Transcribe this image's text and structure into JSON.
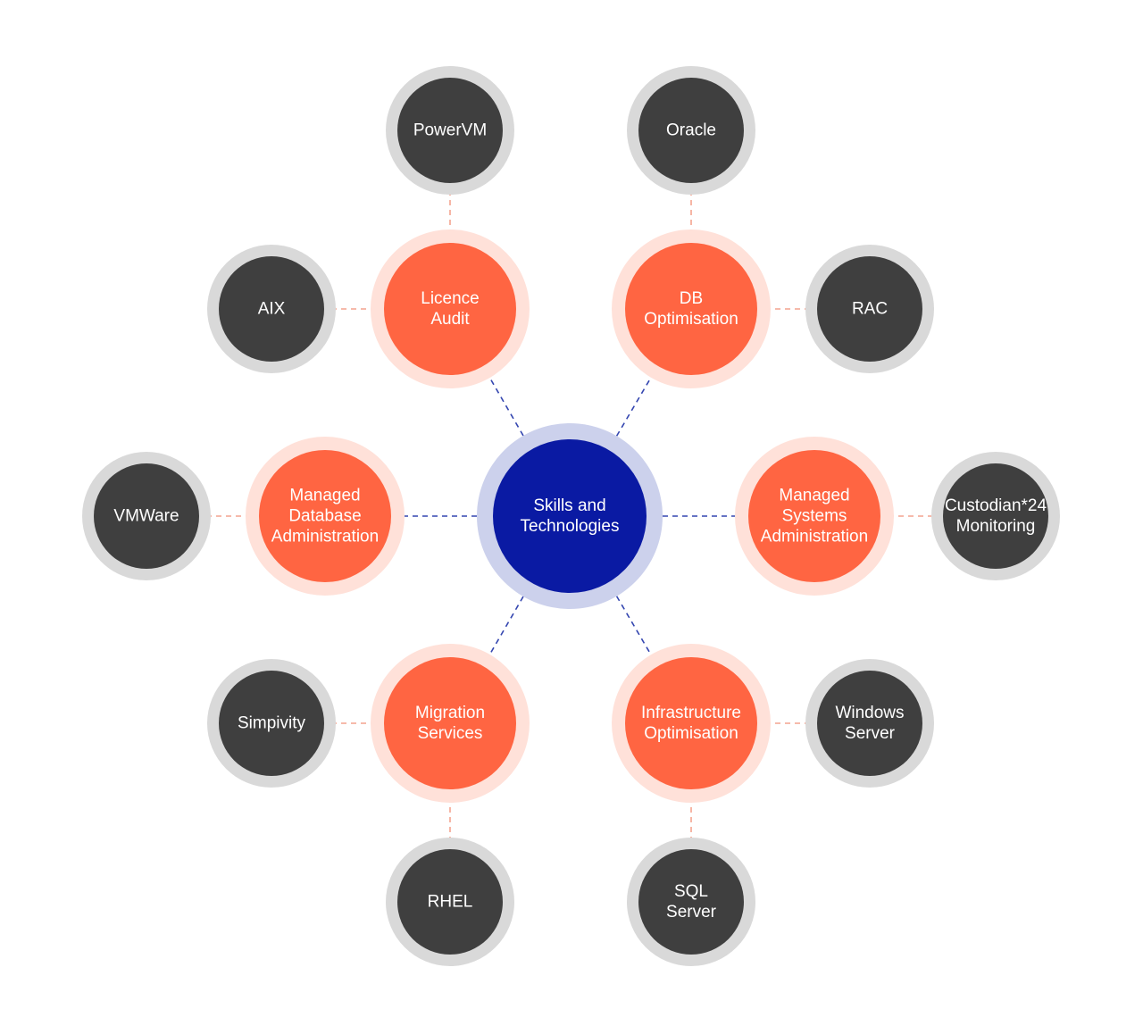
{
  "colors": {
    "center_fill": "#0a1aa3",
    "center_ring": "#ccd1ec",
    "service_fill": "#ff6542",
    "service_ring": "#ffe1d9",
    "tech_fill": "#3f3f3f",
    "tech_ring": "#d9d9d9",
    "center_link": "#3446b0",
    "service_link": "#f4a48f",
    "text": "#ffffff"
  },
  "center": {
    "id": "skills-and-technologies",
    "lines": [
      "Skills and",
      "Technologies"
    ]
  },
  "services": [
    {
      "id": "licence-audit",
      "lines": [
        "Licence",
        "Audit"
      ]
    },
    {
      "id": "db-optimisation",
      "lines": [
        "DB",
        "Optimisation"
      ]
    },
    {
      "id": "managed-database-administration",
      "lines": [
        "Managed",
        "Database",
        "Administration"
      ]
    },
    {
      "id": "managed-systems-administration",
      "lines": [
        "Managed",
        "Systems",
        "Administration"
      ]
    },
    {
      "id": "migration-services",
      "lines": [
        "Migration",
        "Services"
      ]
    },
    {
      "id": "infrastructure-optimisation",
      "lines": [
        "Infrastructure",
        "Optimisation"
      ]
    }
  ],
  "technologies": [
    {
      "id": "powervm",
      "service": "licence-audit",
      "lines": [
        "PowerVM"
      ]
    },
    {
      "id": "aix",
      "service": "licence-audit",
      "lines": [
        "AIX"
      ]
    },
    {
      "id": "oracle",
      "service": "db-optimisation",
      "lines": [
        "Oracle"
      ]
    },
    {
      "id": "rac",
      "service": "db-optimisation",
      "lines": [
        "RAC"
      ]
    },
    {
      "id": "vmware",
      "service": "managed-database-administration",
      "lines": [
        "VMWare"
      ]
    },
    {
      "id": "custodian24-monitoring",
      "service": "managed-systems-administration",
      "lines": [
        "Custodian*24",
        "Monitoring"
      ]
    },
    {
      "id": "simpivity",
      "service": "migration-services",
      "lines": [
        "Simpivity"
      ]
    },
    {
      "id": "rhel",
      "service": "migration-services",
      "lines": [
        "RHEL"
      ]
    },
    {
      "id": "windows-server",
      "service": "infrastructure-optimisation",
      "lines": [
        "Windows",
        "Server"
      ]
    },
    {
      "id": "sql-server",
      "service": "infrastructure-optimisation",
      "lines": [
        "SQL",
        "Server"
      ]
    }
  ]
}
